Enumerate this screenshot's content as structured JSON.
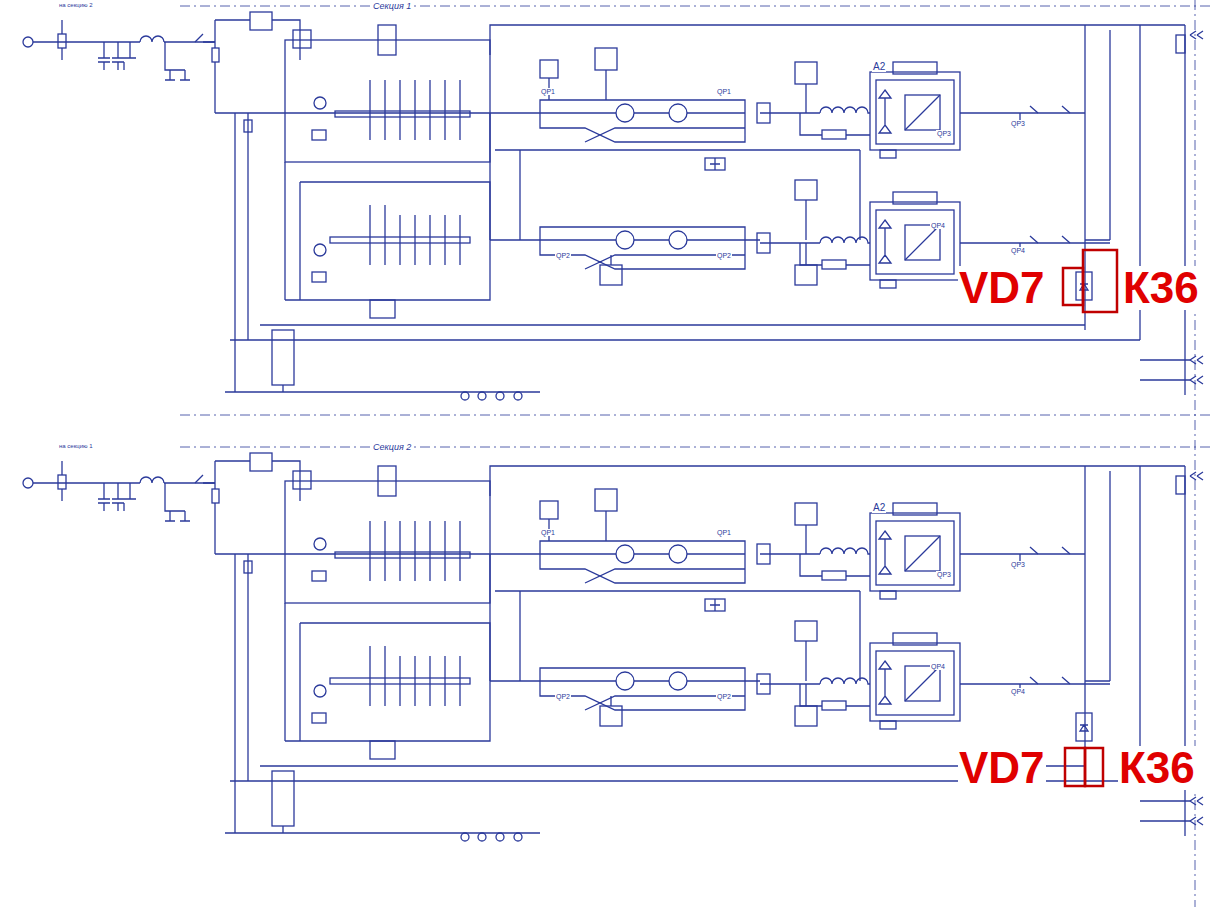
{
  "diagram": {
    "labels": [
      "Секция 1",
      "на секцию 2",
      "A2",
      "QP1",
      "QP1",
      "QP3",
      "QP3",
      "QP2",
      "QP2",
      "QP4",
      "QP4",
      "VD7",
      "К36",
      "Секция 2",
      "на секцию 1",
      "A2",
      "QP1",
      "QP1",
      "QP3",
      "QP3",
      "QP2",
      "QP2",
      "QP4",
      "QP4",
      "VD7",
      "К36"
    ]
  }
}
